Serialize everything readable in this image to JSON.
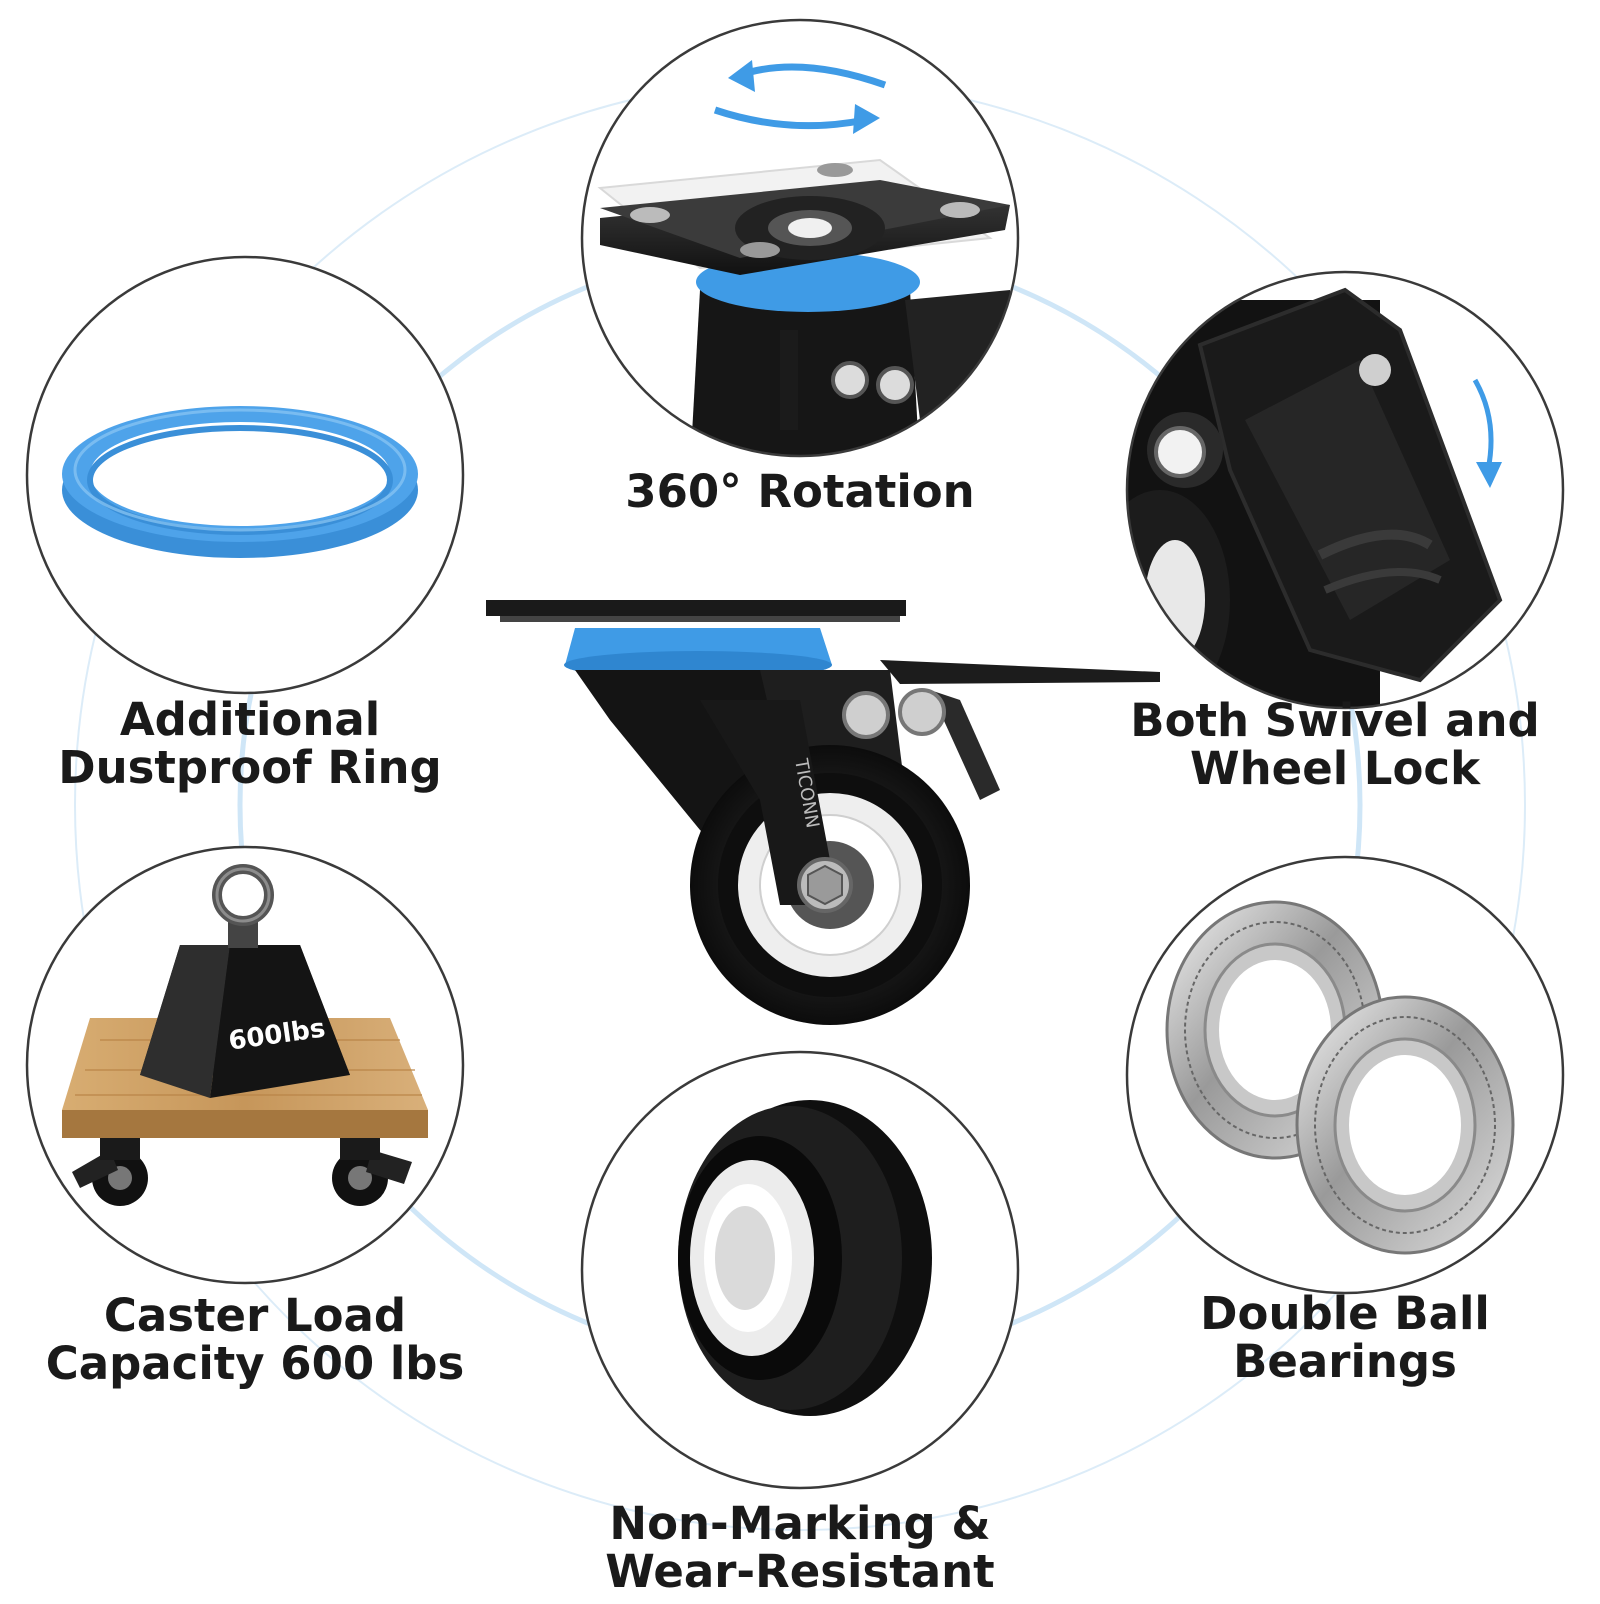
{
  "colors": {
    "accent_blue": "#3f9be6",
    "ring_blue": "#4a9ee6",
    "connector_light": "#cfe6f7",
    "outline": "#3a3a3a",
    "caster_black": "#151515",
    "wood": "#c89a5e"
  },
  "features": [
    {
      "name": "rotation",
      "lines": [
        "360° Rotation"
      ],
      "icon": "swivel-plate-icon"
    },
    {
      "name": "lock",
      "lines": [
        "Both Swivel and",
        "Wheel Lock"
      ],
      "icon": "brake-lock-icon"
    },
    {
      "name": "bearings",
      "lines": [
        "Double Ball",
        "Bearings"
      ],
      "icon": "ball-bearings-icon"
    },
    {
      "name": "wheel",
      "lines": [
        "Non-Marking &",
        "Wear-Resistant"
      ],
      "icon": "wheel-icon"
    },
    {
      "name": "load",
      "lines": [
        "Caster Load",
        "Capacity 600 lbs"
      ],
      "icon": "weight-on-dolly-icon"
    },
    {
      "name": "ring",
      "lines": [
        "Additional",
        "Dustproof Ring"
      ],
      "icon": "dustproof-ring-icon"
    }
  ],
  "weight_label": "600lbs",
  "brand_mark": "TICONN"
}
